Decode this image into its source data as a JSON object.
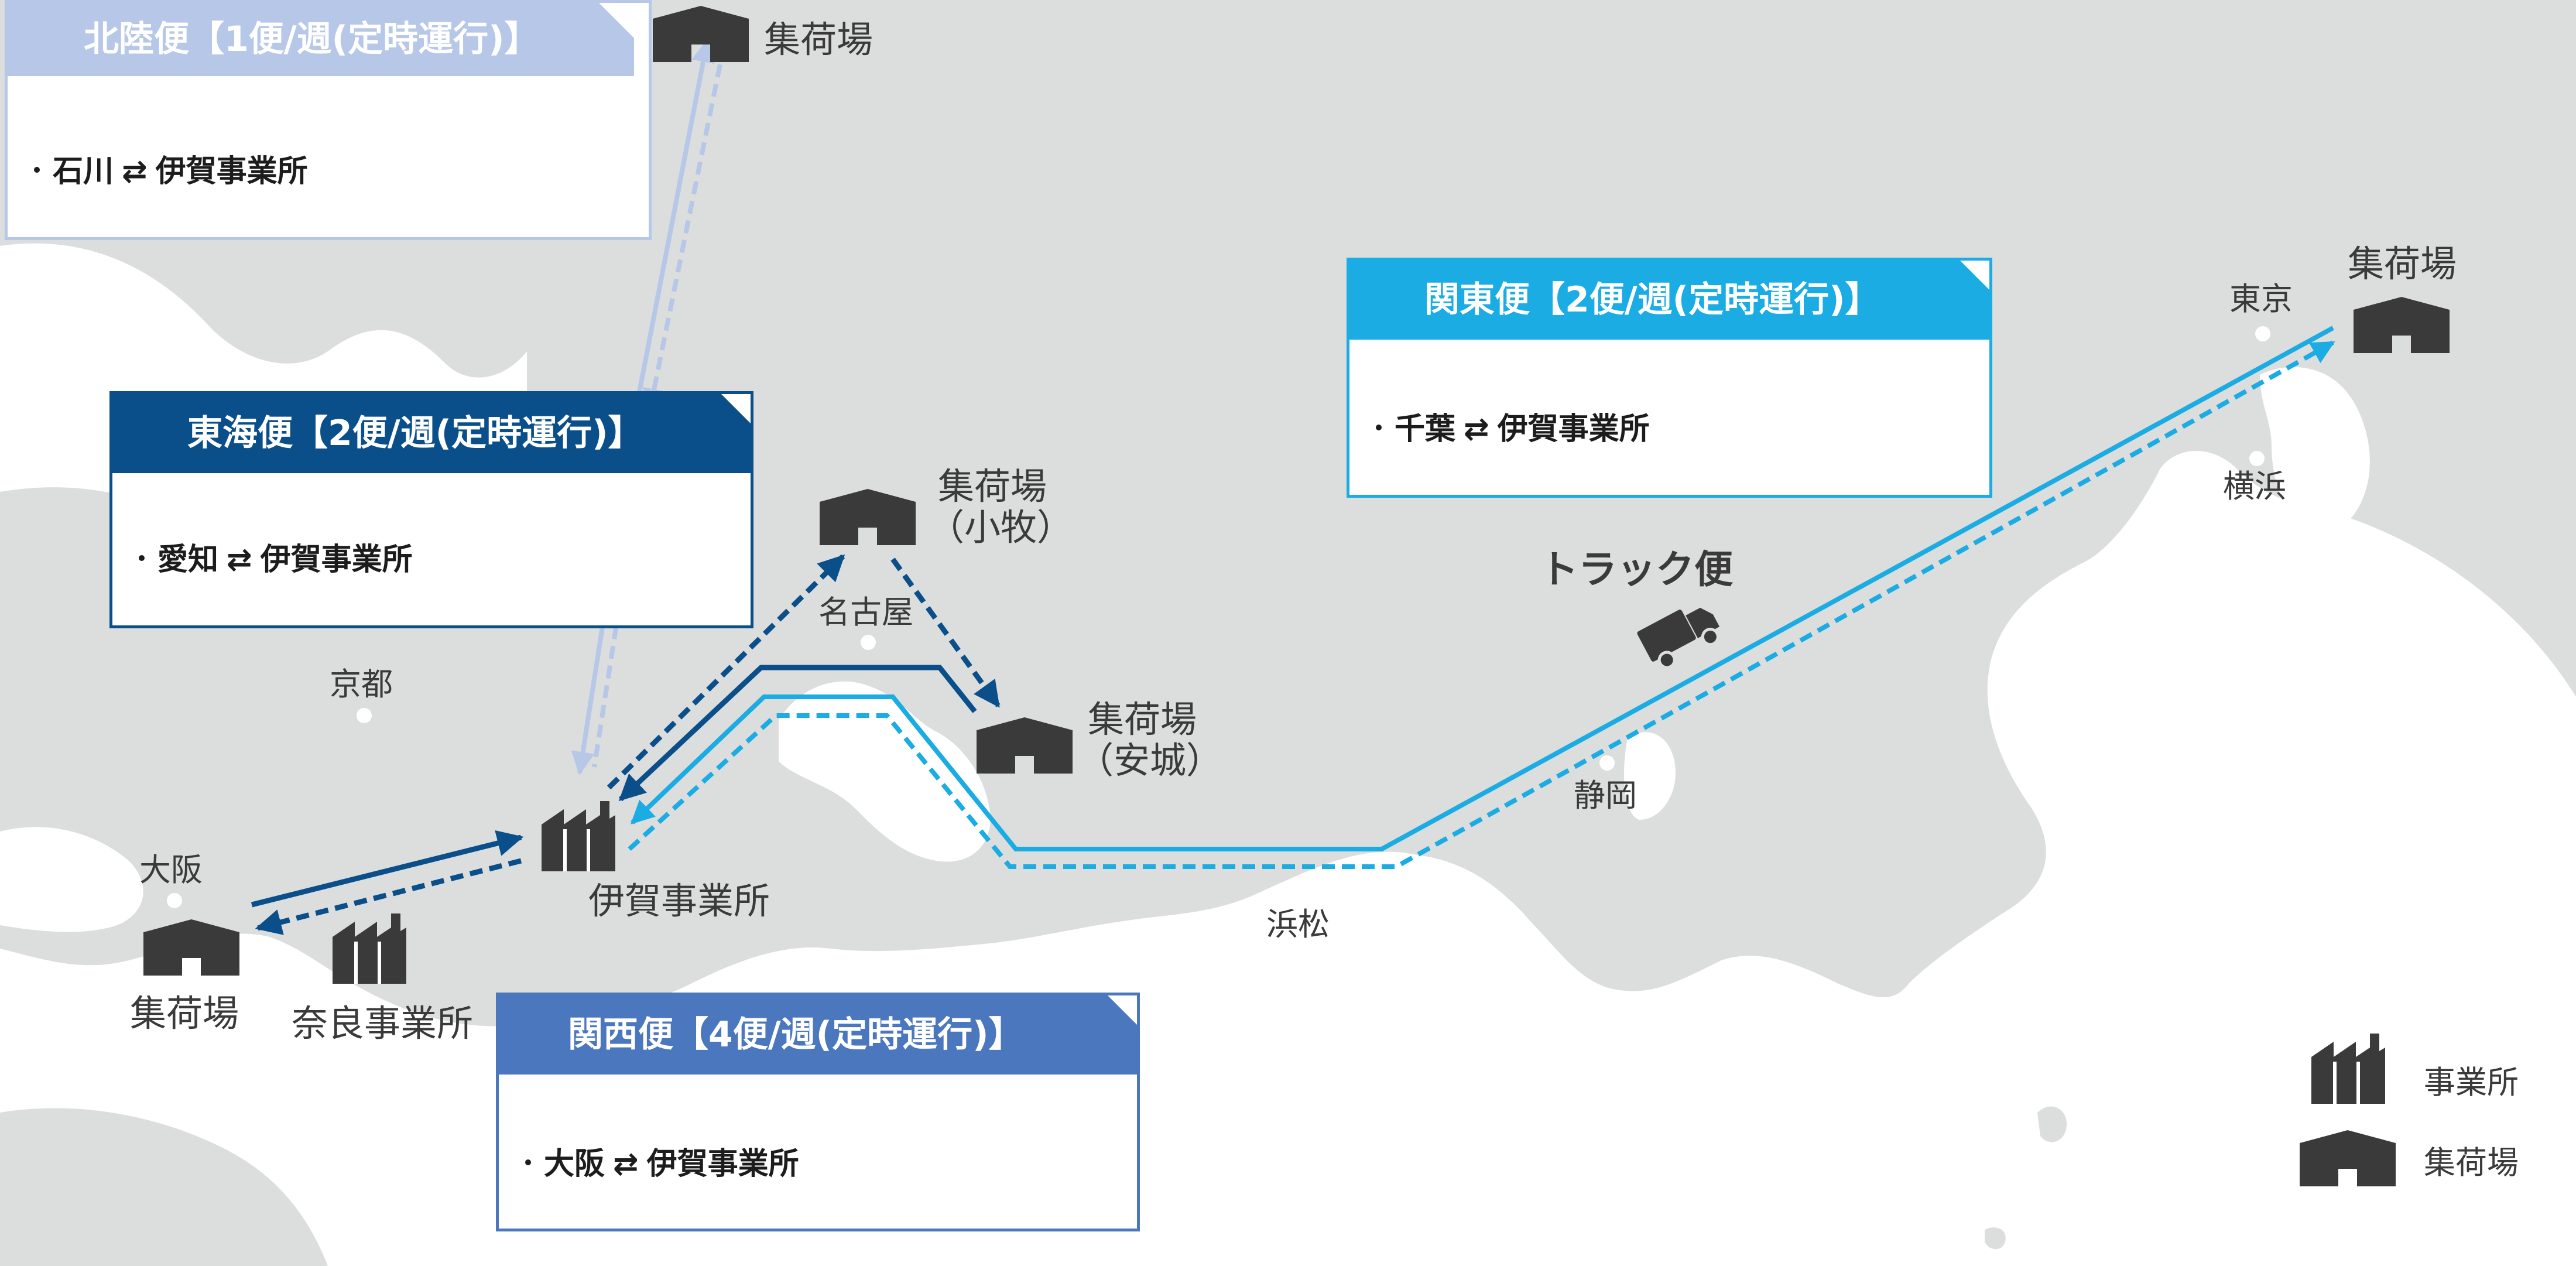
{
  "colors": {
    "land": "#dcdddd",
    "coast": "#ffffff",
    "hokuriku": "#b6c7e7",
    "tokai": "#0a4f8a",
    "kanto": "#1aace3",
    "kansai": "#4a77bd",
    "icon": "#3a3a3a"
  },
  "panels": {
    "hokuriku": {
      "title": "北陸便【1便/週(定時運行)】",
      "from": "石川",
      "arrow": "⇄",
      "to": "伊賀事業所"
    },
    "tokai": {
      "title": "東海便【2便/週(定時運行)】",
      "from": "愛知",
      "arrow": "⇄",
      "to": "伊賀事業所"
    },
    "kanto": {
      "title": "関東便【2便/週(定時運行)】",
      "from": "千葉",
      "arrow": "⇄",
      "to": "伊賀事業所"
    },
    "kansai": {
      "title": "関西便【4便/週(定時運行)】",
      "from": "大阪",
      "arrow": "⇄",
      "to": "伊賀事業所"
    }
  },
  "places": {
    "depot_hokuriku": "集荷場",
    "depot_tokyo": "集荷場",
    "tokyo": "東京",
    "yokohama": "横浜",
    "depot_komaki_1": "集荷場",
    "depot_komaki_2": "（小牧）",
    "nagoya": "名古屋",
    "depot_anjo_1": "集荷場",
    "depot_anjo_2": "（安城）",
    "kyoto": "京都",
    "osaka": "大阪",
    "iga": "伊賀事業所",
    "depot_osaka": "集荷場",
    "nara": "奈良事業所",
    "hamamatsu": "浜松",
    "shizuoka": "静岡",
    "truck": "トラック便"
  },
  "legend": {
    "office_icon": "factory-icon",
    "office_label": "事業所",
    "depot_icon": "warehouse-icon",
    "depot_label": "集荷場"
  }
}
